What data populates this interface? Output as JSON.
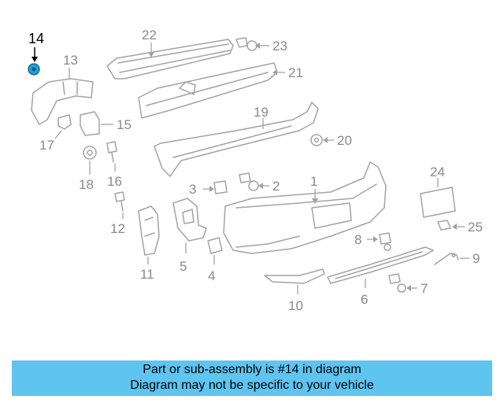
{
  "callouts": {
    "c1": "1",
    "c2": "2",
    "c3": "3",
    "c4": "4",
    "c5": "5",
    "c6": "6",
    "c7": "7",
    "c8": "8",
    "c9": "9",
    "c10": "10",
    "c11": "11",
    "c12": "12",
    "c13": "13",
    "c14": "14",
    "c15": "15",
    "c16": "16",
    "c17": "17",
    "c18": "18",
    "c19": "19",
    "c20": "20",
    "c21": "21",
    "c22": "22",
    "c23": "23",
    "c24": "24",
    "c25": "25"
  },
  "highlight": {
    "part_number": "14",
    "color": "#1aa3d9"
  },
  "colors": {
    "banner": "#5ec4f0",
    "part_stroke": "#a3a3a3",
    "label": "#8a8a8a"
  },
  "banner": {
    "line1": "Part or sub-assembly is #14 in diagram",
    "line2": "Diagram may not be specific to your vehicle"
  }
}
